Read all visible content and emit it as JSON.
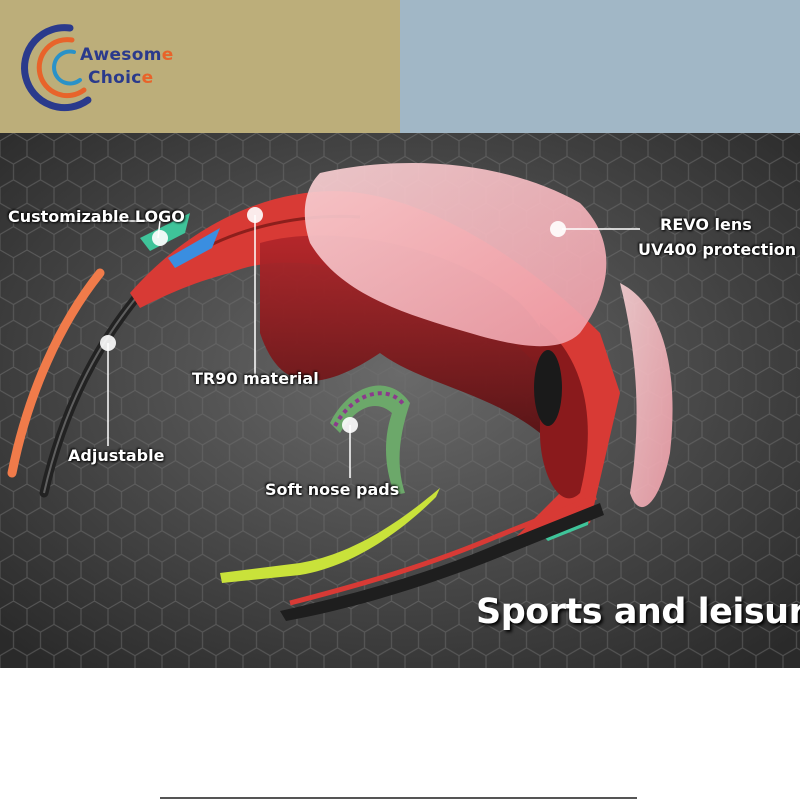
{
  "logo": {
    "line1_main": "Awesom",
    "line1_accent": "e",
    "line2_main": "Choic",
    "line2_accent": "e"
  },
  "labels": {
    "customizable_logo": "Customizable LOGO",
    "revo_lens": "REVO lens",
    "uv400": "UV400 protection",
    "tr90": "TR90 material",
    "adjustable": "Adjustable",
    "nose_pads": "Soft nose pads"
  },
  "caption": "Sports and leisure",
  "colors": {
    "top_left_bg": "#bcae7a",
    "top_right_bg": "#a1b7c6",
    "logo_blue": "#2a3a8c",
    "logo_orange": "#e8632a",
    "frame_red": "#d83a35",
    "lens_pink": "#f3b7bd",
    "accent_green": "#3fc49a",
    "temple_lime": "#c9e23a",
    "temple_orange": "#f07b4a"
  }
}
